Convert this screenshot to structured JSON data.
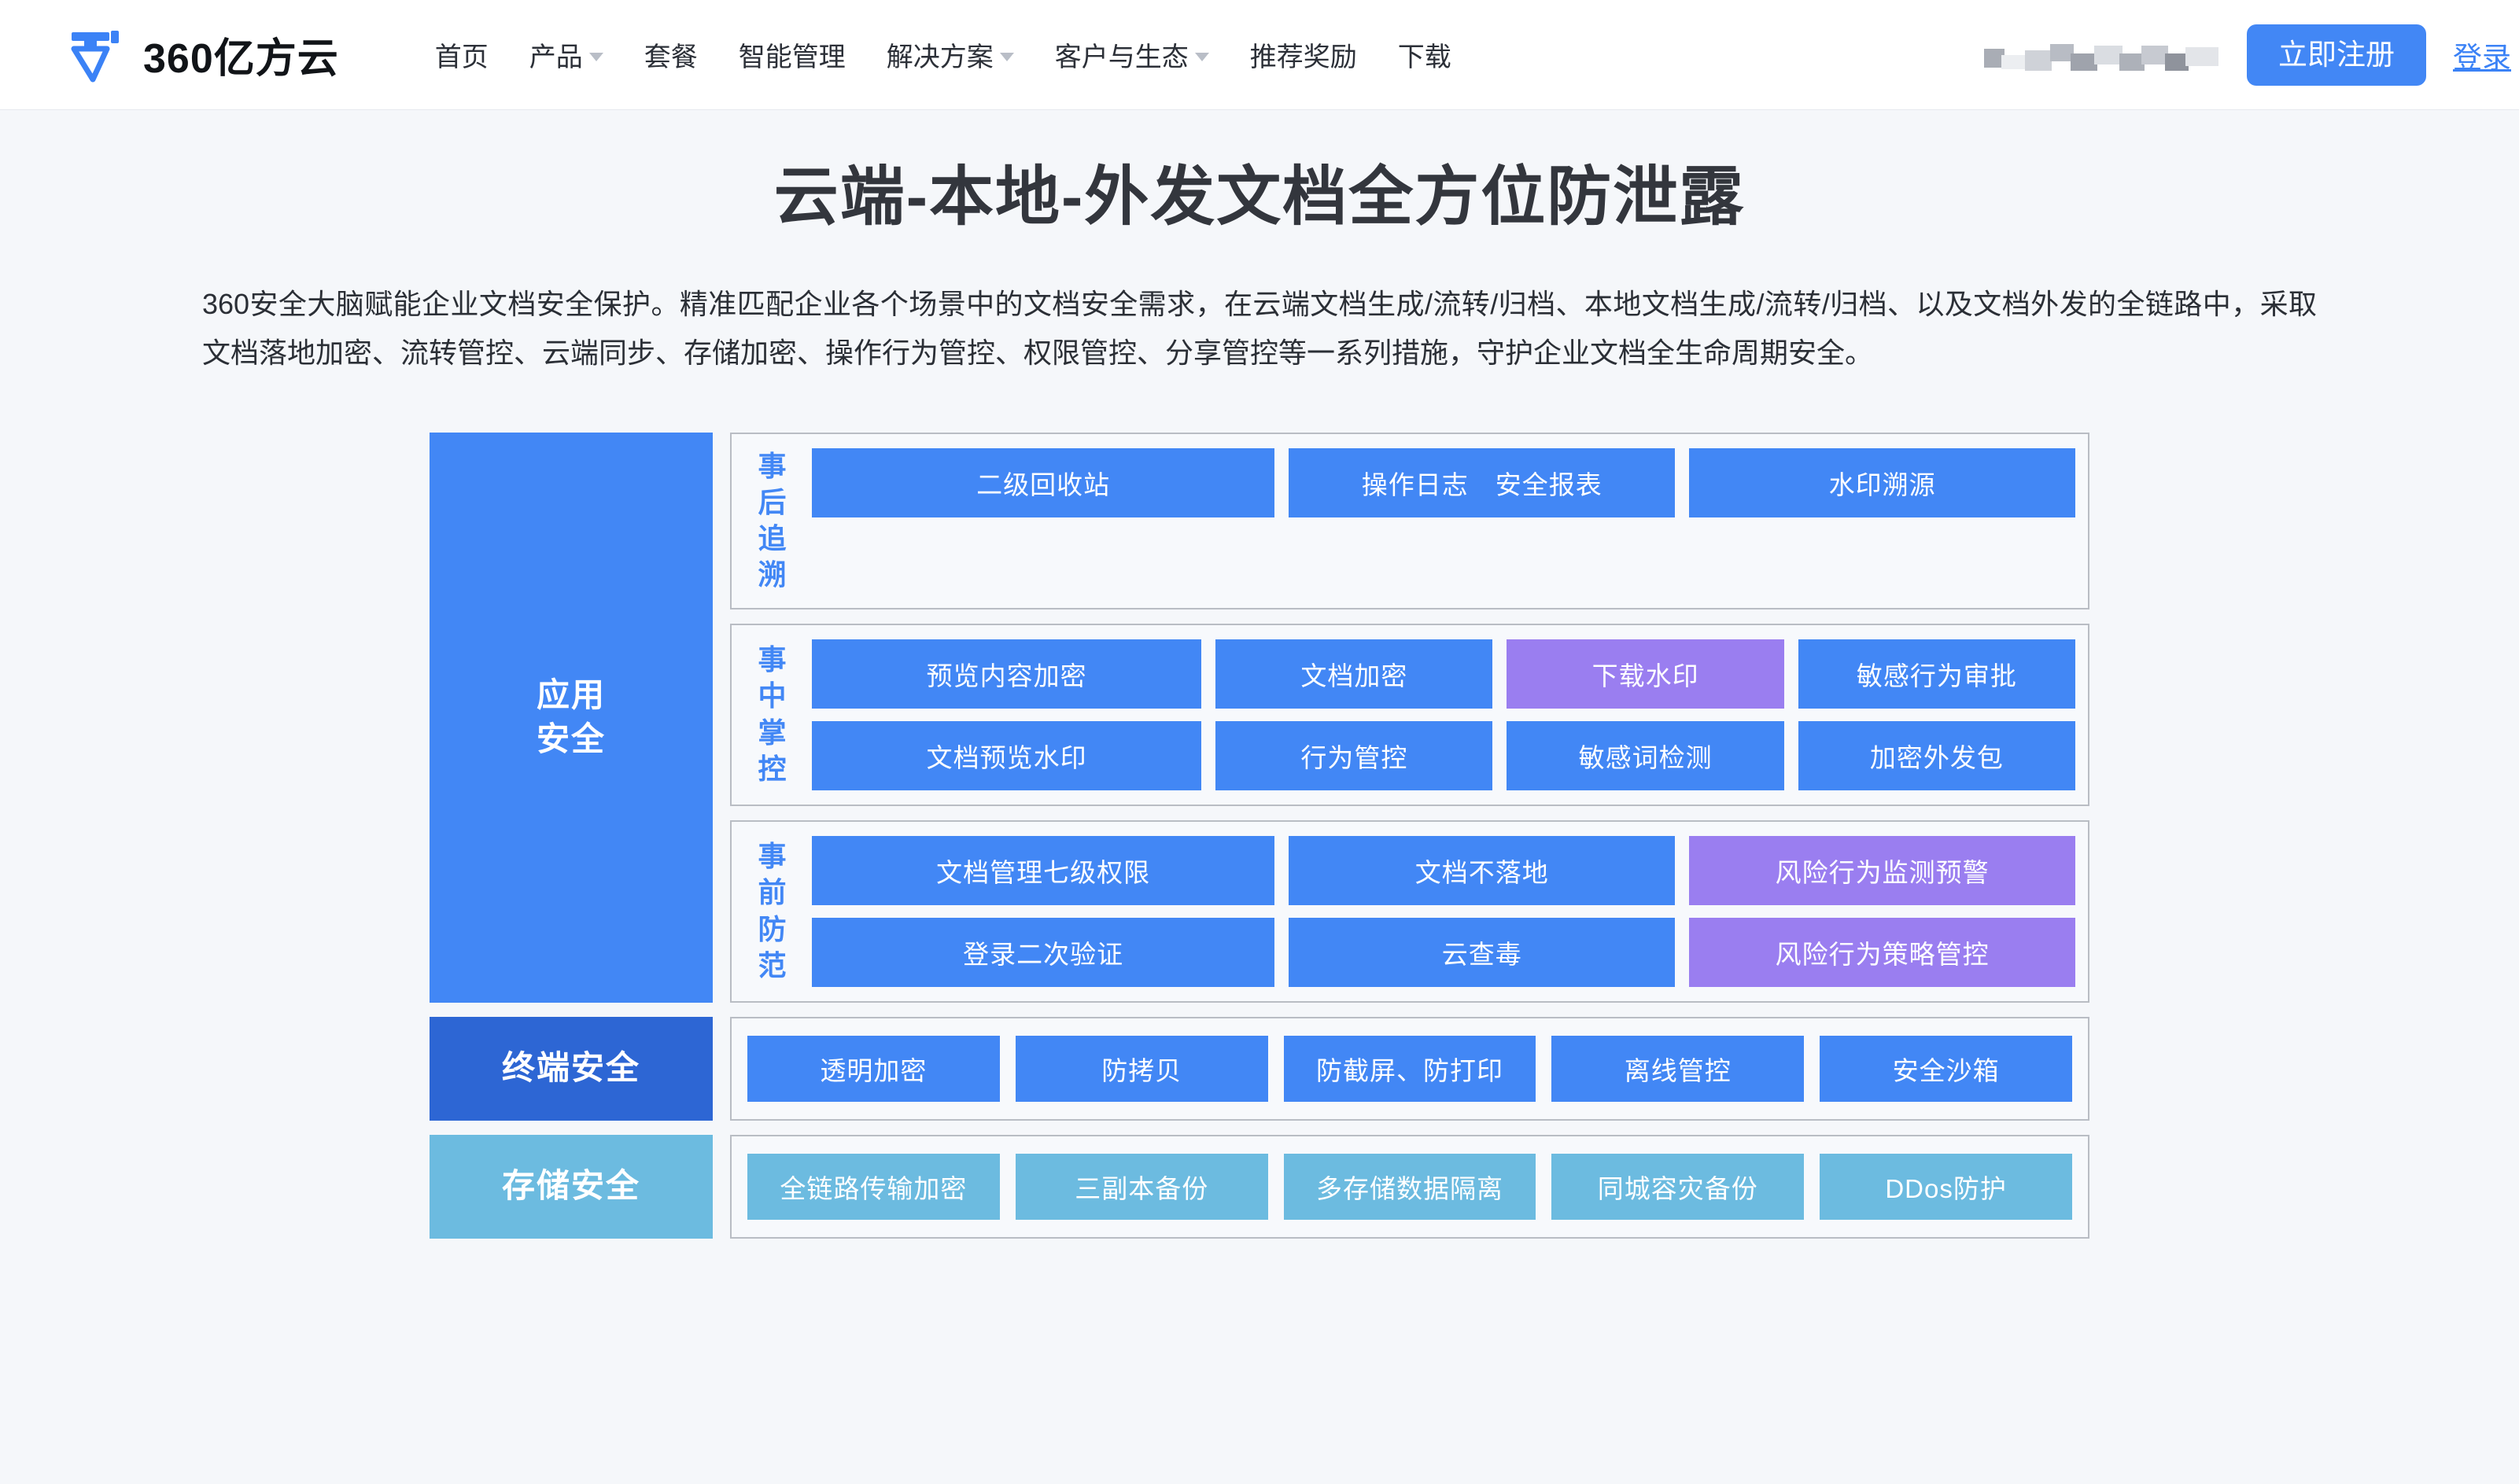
{
  "header": {
    "brand_name": "360亿方云",
    "logo_icon": "360-yifangyun-logo-icon",
    "nav": [
      {
        "label": "首页",
        "has_dropdown": false
      },
      {
        "label": "产品",
        "has_dropdown": true
      },
      {
        "label": "套餐",
        "has_dropdown": false
      },
      {
        "label": "智能管理",
        "has_dropdown": false
      },
      {
        "label": "解决方案",
        "has_dropdown": true
      },
      {
        "label": "客户与生态",
        "has_dropdown": true
      },
      {
        "label": "推荐奖励",
        "has_dropdown": false
      },
      {
        "label": "下载",
        "has_dropdown": false
      }
    ],
    "contact_redacted": "",
    "register_label": "立即注册",
    "login_label": "登录"
  },
  "hero": {
    "title": "云端-本地-外发文档全方位防泄露",
    "description": "360安全大脑赋能企业文档安全保护。精准匹配企业各个场景中的文档安全需求，在云端文档生成/流转/归档、本地文档生成/流转/归档、以及文档外发的全链路中，采取文档落地加密、流转管控、云端同步、存储加密、操作行为管控、权限管控、分享管控等一系列措施，守护企业文档全生命周期安全。"
  },
  "colors": {
    "accent_blue": "#4287f5",
    "dark_blue": "#2d66d4",
    "light_blue": "#6cbbe0",
    "purple": "#9a7ef0",
    "page_bg": "#f5f7fa",
    "box_border": "#b9bdc4"
  },
  "architecture": {
    "layers": [
      {
        "id": "application-security",
        "label": "应用\n安全",
        "label_line1": "应用",
        "label_line2": "安全",
        "label_color": "#4287f5",
        "groups": [
          {
            "id": "post-incident-tracing",
            "label_line1": "事后",
            "label_line2": "追溯",
            "rows": [
              [
                {
                  "label": "二级回收站",
                  "color": "blue",
                  "width": "wide"
                },
                {
                  "label": "操作日志　安全报表",
                  "color": "blue",
                  "width": "mid"
                },
                {
                  "label": "水印溯源",
                  "color": "blue",
                  "width": "mid"
                }
              ]
            ]
          },
          {
            "id": "in-incident-control",
            "label_line1": "事中",
            "label_line2": "掌控",
            "rows": [
              [
                {
                  "label": "预览内容加密",
                  "color": "blue",
                  "width": "wide"
                },
                {
                  "label": "文档加密",
                  "color": "blue",
                  "width": "norm"
                },
                {
                  "label": "下载水印",
                  "color": "purple",
                  "width": "norm"
                },
                {
                  "label": "敏感行为审批",
                  "color": "blue",
                  "width": "norm"
                }
              ],
              [
                {
                  "label": "文档预览水印",
                  "color": "blue",
                  "width": "wide"
                },
                {
                  "label": "行为管控",
                  "color": "blue",
                  "width": "norm"
                },
                {
                  "label": "敏感词检测",
                  "color": "blue",
                  "width": "norm"
                },
                {
                  "label": "加密外发包",
                  "color": "blue",
                  "width": "norm"
                }
              ]
            ]
          },
          {
            "id": "pre-incident-prevention",
            "label_line1": "事前",
            "label_line2": "防范",
            "rows": [
              [
                {
                  "label": "文档管理七级权限",
                  "color": "blue",
                  "width": "wide"
                },
                {
                  "label": "文档不落地",
                  "color": "blue",
                  "width": "mid"
                },
                {
                  "label": "风险行为监测预警",
                  "color": "purple",
                  "width": "mid"
                }
              ],
              [
                {
                  "label": "登录二次验证",
                  "color": "blue",
                  "width": "wide"
                },
                {
                  "label": "云查毒",
                  "color": "blue",
                  "width": "mid"
                },
                {
                  "label": "风险行为策略管控",
                  "color": "purple",
                  "width": "mid"
                }
              ]
            ]
          }
        ]
      },
      {
        "id": "terminal-security",
        "label_single": "终端安全",
        "tiles": [
          {
            "label": "透明加密",
            "color": "blue"
          },
          {
            "label": "防拷贝",
            "color": "blue"
          },
          {
            "label": "防截屏、防打印",
            "color": "blue"
          },
          {
            "label": "离线管控",
            "color": "blue"
          },
          {
            "label": "安全沙箱",
            "color": "blue"
          }
        ]
      },
      {
        "id": "storage-security",
        "label_single": "存储安全",
        "tiles": [
          {
            "label": "全链路传输加密",
            "color": "light"
          },
          {
            "label": "三副本备份",
            "color": "light"
          },
          {
            "label": "多存储数据隔离",
            "color": "light"
          },
          {
            "label": "同城容灾备份",
            "color": "light"
          },
          {
            "label": "DDos防护",
            "color": "light"
          }
        ]
      }
    ]
  }
}
